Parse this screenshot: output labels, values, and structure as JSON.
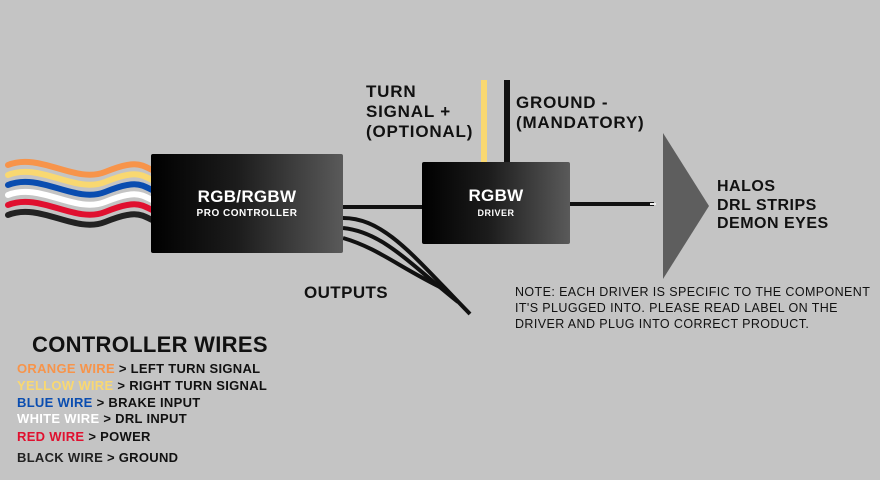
{
  "controller": {
    "title": "RGB/RGBW",
    "subtitle": "PRO CONTROLLER"
  },
  "driver": {
    "title": "RGBW",
    "subtitle": "DRIVER"
  },
  "turn_signal_label": [
    "TURN",
    "SIGNAL +",
    "(OPTIONAL)"
  ],
  "ground_label": [
    "GROUND -",
    "(MANDATORY)"
  ],
  "outputs_label": "OUTPUTS",
  "targets": [
    "HALOS",
    "DRL STRIPS",
    "DEMON EYES"
  ],
  "note": "NOTE: EACH DRIVER IS SPECIFIC TO THE COMPONENT IT'S PLUGGED INTO. PLEASE READ LABEL ON THE DRIVER AND PLUG INTO CORRECT PRODUCT.",
  "legend": {
    "title": "CONTROLLER WIRES",
    "items": [
      {
        "wire": "ORANGE WIRE",
        "desc": "> LEFT TURN SIGNAL",
        "color": "#f7944a"
      },
      {
        "wire": "YELLOW WIRE",
        "desc": "> RIGHT TURN SIGNAL",
        "color": "#f9d871"
      },
      {
        "wire": "BLUE WIRE",
        "desc": "> BRAKE INPUT",
        "color": "#0a4db0"
      },
      {
        "wire": "WHITE WIRE",
        "desc": "> DRL INPUT",
        "color": "#ffffff"
      },
      {
        "wire": "RED WIRE",
        "desc": "> POWER",
        "color": "#e0102f"
      },
      {
        "wire": "BLACK WIRE",
        "desc": "> GROUND",
        "color": "#222222"
      }
    ]
  },
  "colors": {
    "background": "#c4c4c4",
    "arrow": "#5e5e5e",
    "turn_wire": "#f9d871",
    "ground_wire": "#111111"
  }
}
